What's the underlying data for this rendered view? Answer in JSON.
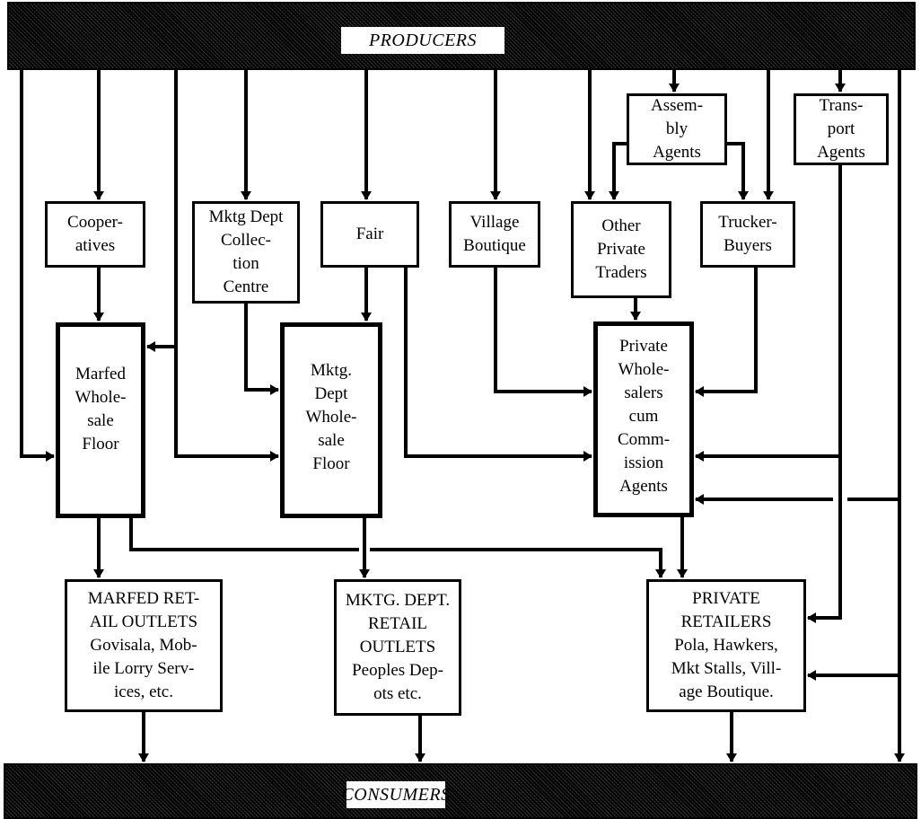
{
  "diagram": {
    "type": "flowchart",
    "top_band": {
      "label": "PRODUCERS"
    },
    "bottom_band": {
      "label": "CONSUMERS"
    },
    "nodes": {
      "assembly_agents": {
        "lines": [
          "Assem-",
          "bly",
          "Agents"
        ]
      },
      "transport_agents": {
        "lines": [
          "Trans-",
          "port",
          "Agents"
        ]
      },
      "cooperatives": {
        "lines": [
          "Cooper-",
          "atives"
        ]
      },
      "mktg_collection": {
        "lines": [
          "Mktg Dept",
          "Collec-",
          "tion",
          "Centre"
        ]
      },
      "fair": {
        "lines": [
          "Fair"
        ]
      },
      "village_boutique": {
        "lines": [
          "Village",
          "Boutique"
        ]
      },
      "other_private_traders": {
        "lines": [
          "Other",
          "Private",
          "Traders"
        ]
      },
      "trucker_buyers": {
        "lines": [
          "Trucker-",
          "Buyers"
        ]
      },
      "marfed_wholesale": {
        "lines": [
          "Marfed",
          "Whole-",
          "sale",
          "Floor"
        ]
      },
      "mktg_wholesale": {
        "lines": [
          "Mktg.",
          "Dept",
          "Whole-",
          "sale",
          "Floor"
        ]
      },
      "private_wholesalers": {
        "lines": [
          "Private",
          "Whole-",
          "salers",
          "cum",
          "Comm-",
          "ission",
          "Agents"
        ]
      },
      "marfed_retail": {
        "lines": [
          "MARFED RET-",
          "AIL OUTLETS",
          "Govisala, Mob-",
          "ile Lorry Serv-",
          "ices, etc."
        ]
      },
      "mktg_retail": {
        "lines": [
          "MKTG. DEPT.",
          "RETAIL",
          "OUTLETS",
          "Peoples Dep-",
          "ots etc."
        ]
      },
      "private_retailers": {
        "lines": [
          "PRIVATE",
          "RETAILERS",
          "Pola, Hawkers,",
          "Mkt Stalls, Vill-",
          "age Boutique."
        ]
      }
    },
    "edges": [
      [
        "producers",
        "marfed_wholesale"
      ],
      [
        "producers",
        "cooperatives"
      ],
      [
        "producers",
        "marfed_wholesale"
      ],
      [
        "producers",
        "mktg_wholesale"
      ],
      [
        "producers",
        "mktg_collection"
      ],
      [
        "producers",
        "fair"
      ],
      [
        "producers",
        "village_boutique"
      ],
      [
        "producers",
        "other_private_traders"
      ],
      [
        "producers",
        "assembly_agents"
      ],
      [
        "producers",
        "trucker_buyers"
      ],
      [
        "producers",
        "transport_agents"
      ],
      [
        "producers",
        "consumers"
      ],
      [
        "assembly_agents",
        "other_private_traders"
      ],
      [
        "assembly_agents",
        "trucker_buyers"
      ],
      [
        "cooperatives",
        "marfed_wholesale"
      ],
      [
        "mktg_collection",
        "mktg_wholesale"
      ],
      [
        "fair",
        "mktg_wholesale"
      ],
      [
        "fair",
        "private_wholesalers"
      ],
      [
        "village_boutique",
        "private_wholesalers"
      ],
      [
        "other_private_traders",
        "private_wholesalers"
      ],
      [
        "trucker_buyers",
        "private_wholesalers"
      ],
      [
        "transport_agents",
        "private_wholesalers"
      ],
      [
        "transport_agents",
        "private_retailers"
      ],
      [
        "producers",
        "private_wholesalers"
      ],
      [
        "producers",
        "private_retailers"
      ],
      [
        "marfed_wholesale",
        "marfed_retail"
      ],
      [
        "marfed_wholesale",
        "private_retailers"
      ],
      [
        "mktg_wholesale",
        "mktg_retail"
      ],
      [
        "private_wholesalers",
        "private_retailers"
      ],
      [
        "marfed_retail",
        "consumers"
      ],
      [
        "mktg_retail",
        "consumers"
      ],
      [
        "private_retailers",
        "consumers"
      ]
    ]
  }
}
